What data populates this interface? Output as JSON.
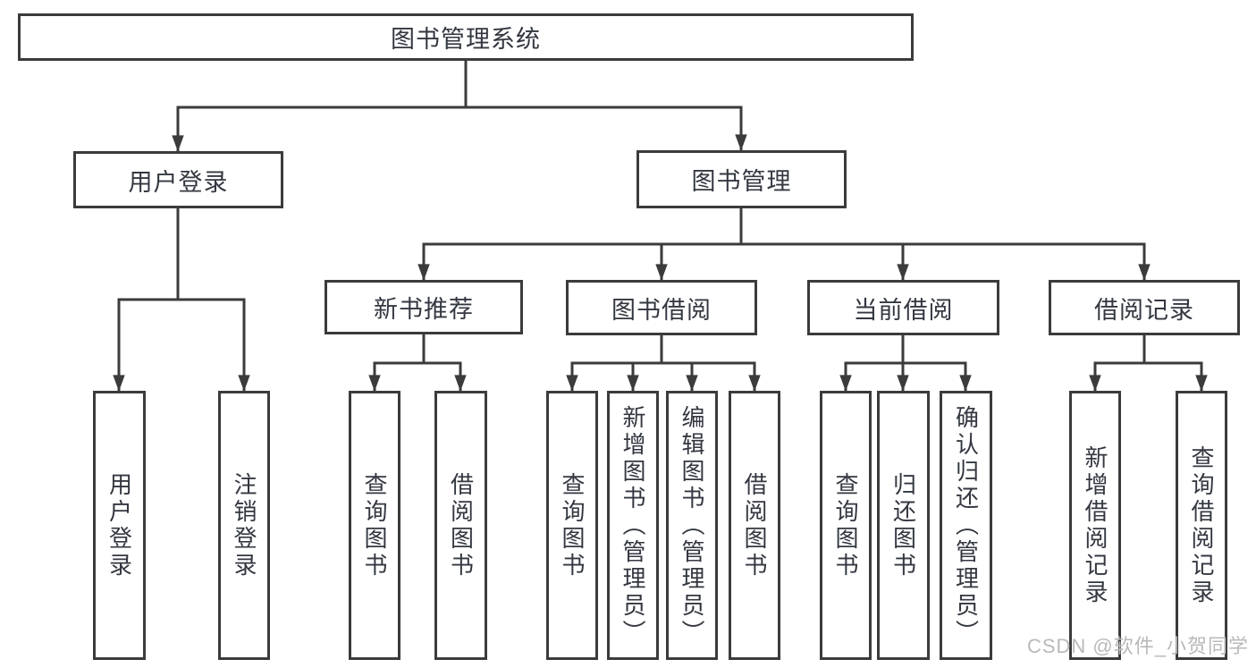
{
  "diagram": {
    "root": {
      "label": "图书管理系统"
    },
    "level2": {
      "user_login": {
        "label": "用户登录"
      },
      "book_mgmt": {
        "label": "图书管理"
      }
    },
    "level3": {
      "new_book_rec": {
        "label": "新书推荐"
      },
      "book_borrow": {
        "label": "图书借阅"
      },
      "current_borrow": {
        "label": "当前借阅"
      },
      "borrow_records": {
        "label": "借阅记录"
      }
    },
    "leaves": {
      "user_login": [
        "用户登录",
        "注销登录"
      ],
      "new_book_rec": [
        "查询图书",
        "借阅图书"
      ],
      "book_borrow": [
        "查询图书",
        "新增图书（管理员）",
        "编辑图书（管理员）",
        "借阅图书"
      ],
      "current_borrow": [
        "查询图书",
        "归还图书",
        "确认归还（管理员）"
      ],
      "borrow_records": [
        "新增借阅记录",
        "查询借阅记录"
      ]
    },
    "watermark": "CSDN @软件_小贺同学",
    "colors": {
      "line": "#3b3b3b",
      "text": "#333740",
      "background": "#ffffff",
      "watermark": "#b9b9b9"
    }
  }
}
